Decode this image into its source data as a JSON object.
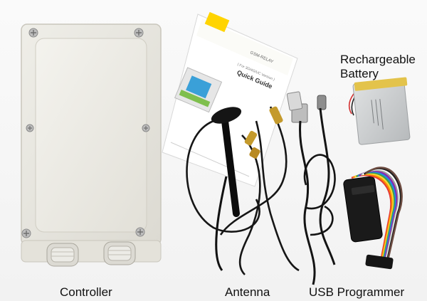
{
  "labels": {
    "controller": "Controller",
    "antenna": "Antenna",
    "usb_programmer": "USB Programmer",
    "battery_line1": "Rechargeable",
    "battery_line2": "Battery"
  },
  "booklet": {
    "brand": "GSM-RELAY",
    "model_line": "( For 3G/4G/UC Version )",
    "title": "Quick Guide"
  },
  "colors": {
    "background": "#f5f5f5",
    "enclosure": "#e9e7e0",
    "cable": "#1a1a1a",
    "battery": "#c9cbcc",
    "ribbon": [
      "#e53935",
      "#fb8c00",
      "#fdd835",
      "#43a047",
      "#1e88e5",
      "#8e24aa",
      "#9e9e9e",
      "#ffffff",
      "#212121",
      "#6d4c41"
    ]
  }
}
